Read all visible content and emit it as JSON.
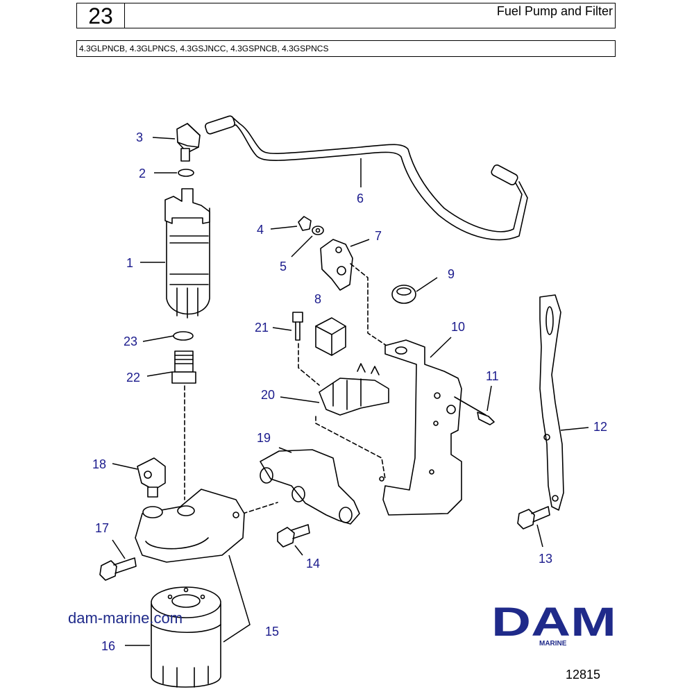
{
  "header": {
    "page_number": "23",
    "title": "Fuel Pump and Filter"
  },
  "models": "4.3GLPNCB, 4.3GLPNCS, 4.3GSJNCC, 4.3GSPNCB, 4.3GSPNCS",
  "callouts": [
    "1",
    "2",
    "3",
    "4",
    "5",
    "6",
    "7",
    "8",
    "9",
    "10",
    "11",
    "12",
    "13",
    "14",
    "15",
    "16",
    "17",
    "18",
    "19",
    "20",
    "21",
    "22",
    "23"
  ],
  "watermark_url": "dam-marine.com",
  "logo": {
    "text": "DAM",
    "subtitle": "MARINE"
  },
  "drawing_number": "12815",
  "colors": {
    "callout": "#1a1a8c",
    "logo": "#1f2a8a",
    "line": "#000000"
  }
}
